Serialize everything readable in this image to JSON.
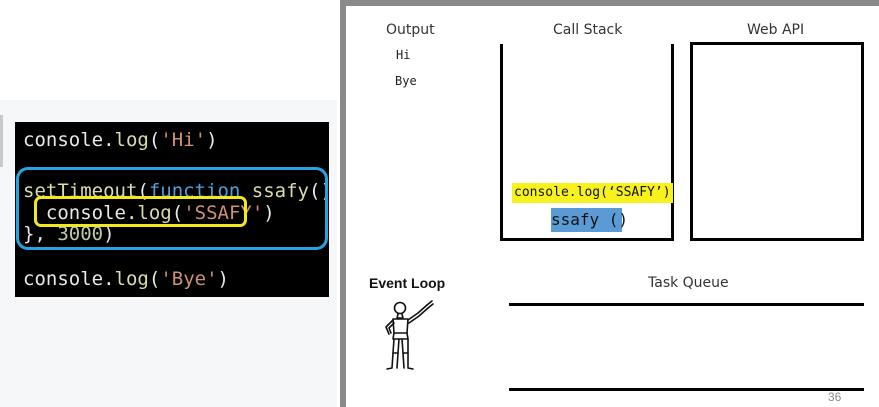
{
  "code": {
    "line1": {
      "obj": "console",
      "dot": ".",
      "method": "log",
      "open": "(",
      "str": "'Hi'",
      "close": ")"
    },
    "line2": {
      "fn": "setTimeout",
      "open": "(",
      "kw": "function",
      "name": " ssafy",
      "rest": "() {"
    },
    "line3": {
      "indent": "  ",
      "obj": "console",
      "dot": ".",
      "method": "log",
      "open": "(",
      "str": "'SSAFY'",
      "close": ")"
    },
    "line4": {
      "start": "}, ",
      "num": "3000",
      "close": ")"
    },
    "line5": {
      "obj": "console",
      "dot": ".",
      "method": "log",
      "open": "(",
      "str": "'Bye'",
      "close": ")"
    }
  },
  "headers": {
    "output": "Output",
    "call_stack": "Call Stack",
    "web_api": "Web API",
    "event_loop": "Event Loop",
    "task_queue": "Task Queue"
  },
  "output_lines": [
    "Hi",
    "Bye"
  ],
  "call_stack": [
    "console.log(‘SSAFY’)",
    "ssafy ()"
  ],
  "page_number": "36",
  "colors": {
    "accent": "#3ec98e",
    "settimeout_highlight": "#27a4e0",
    "log_highlight": "#f1e91c",
    "stack_item_yellow": "#f7f21b",
    "stack_item_blue": "#5b9bd5"
  },
  "icons": {
    "event_loop_figure": "mannequin-figure-icon"
  }
}
